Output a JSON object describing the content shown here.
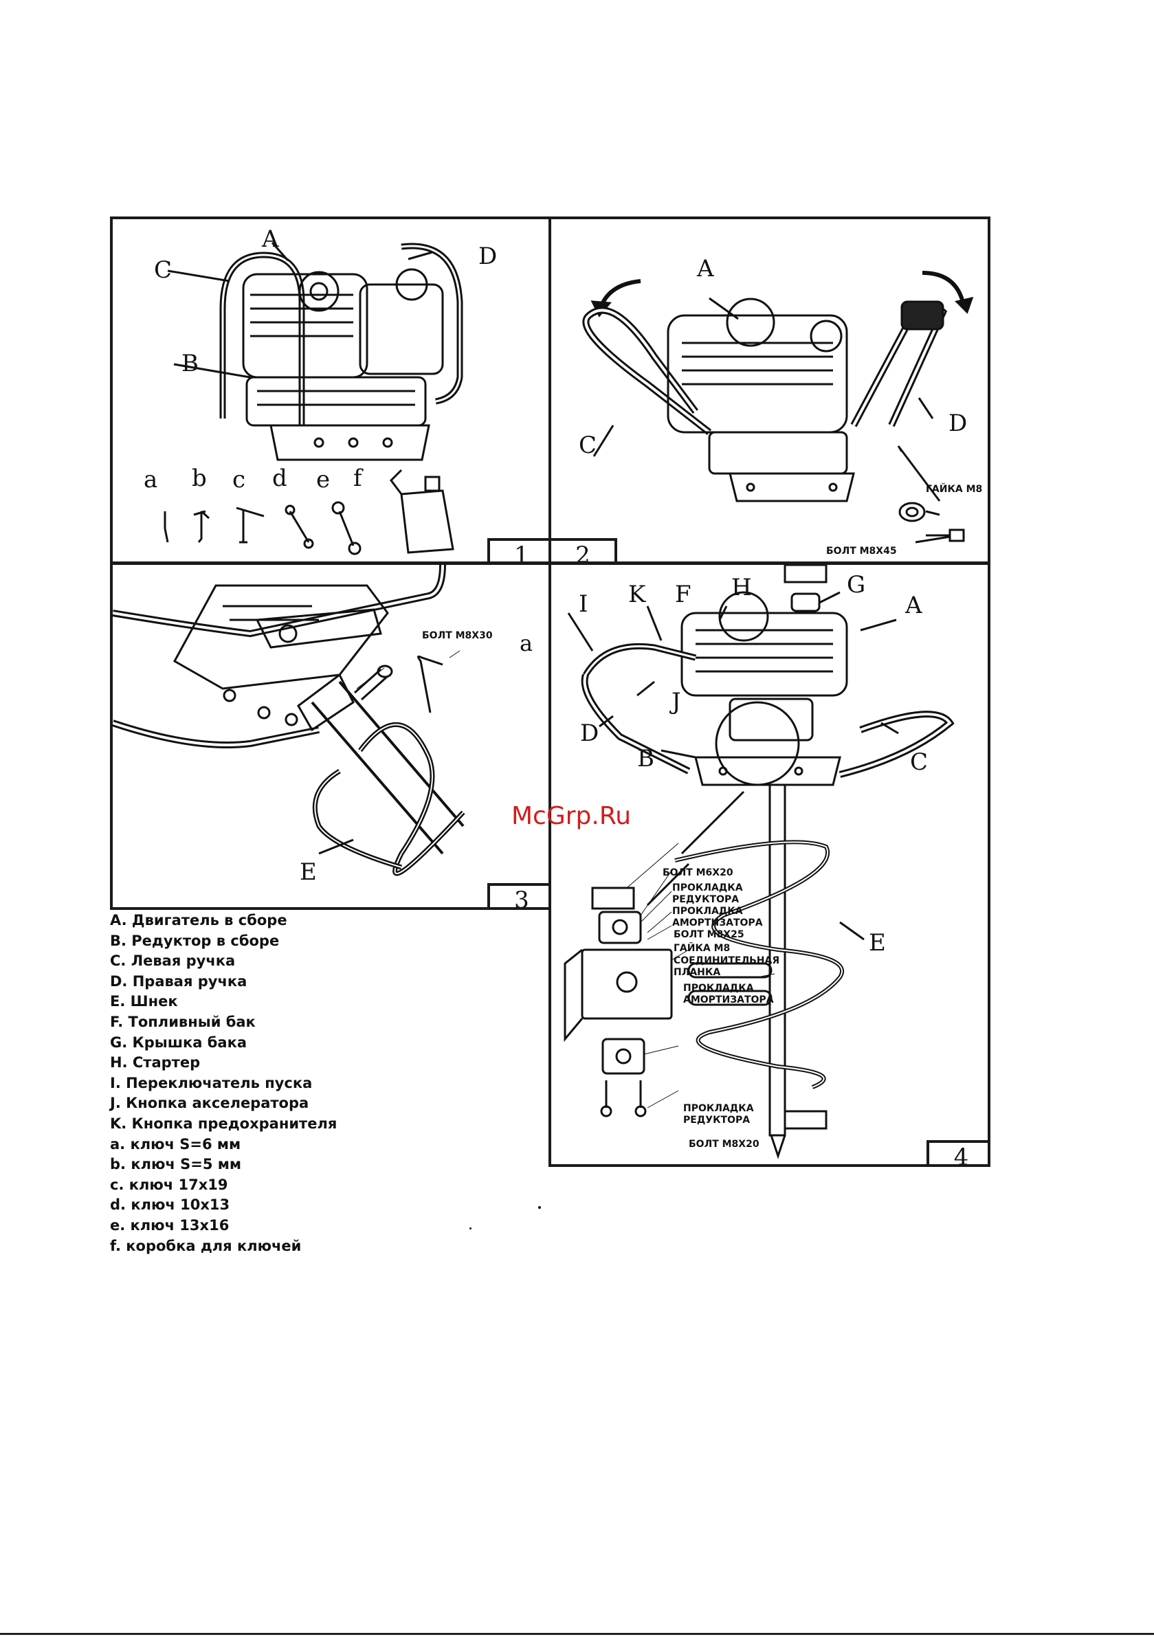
{
  "panels": {
    "p1": {
      "number": "1",
      "labels": {
        "A": "A",
        "B": "B",
        "C": "C",
        "D": "D"
      },
      "tools": {
        "a": "a",
        "b": "b",
        "c": "c",
        "d": "d",
        "e": "e",
        "f": "f"
      }
    },
    "p2": {
      "number": "2",
      "labels": {
        "A": "A",
        "C": "C",
        "D": "D"
      },
      "captions": {
        "nut": "ГАЙКА М8",
        "bolt": "БОЛТ М8Х45"
      }
    },
    "p3": {
      "number": "3",
      "labels": {
        "E": "E",
        "a": "a"
      },
      "captions": {
        "bolt": "БОЛТ М8Х30"
      }
    },
    "p4": {
      "number": "4",
      "labels": {
        "I": "I",
        "K": "K",
        "F": "F",
        "H": "H",
        "G": "G",
        "A": "A",
        "J": "J",
        "D": "D",
        "B": "B",
        "C": "C",
        "E": "E"
      },
      "captions": {
        "bolt_m6": "БОЛТ М6Х20",
        "gasket_reducer_top": "ПРОКЛАДКА РЕДУКТОРА",
        "gasket_damper_top": "ПРОКЛАДКА АМОРТИЗАТОРА",
        "bolt_m8x25": "БОЛТ М8Х25",
        "nut_m8": "ГАЙКА М8",
        "connecting_plate": "СОЕДИНИТЕЛЬНАЯ ПЛАНКА",
        "gasket_damper": "ПРОКЛАДКА АМОРТИЗАТОРА",
        "gasket_reducer": "ПРОКЛАДКА РЕДУКТОРА",
        "bolt_m8x20": "БОЛТ М8Х20"
      }
    }
  },
  "legend": [
    "A. Двигатель в сборе",
    "B. Редуктор в сборе",
    "C. Левая ручка",
    "D. Правая ручка",
    "E. Шнек",
    "F. Топливный бак",
    "G. Крышка бака",
    "H. Стартер",
    "I. Переключатель пуска",
    "J. Кнопка акселератора",
    "K. Кнопка предохранителя",
    "a. ключ S=6 мм",
    "b. ключ S=5 мм",
    "c. ключ 17х19",
    "d. ключ 10х13",
    "e. ключ 13х16",
    "f. коробка для ключей"
  ],
  "watermark": "McGrp.Ru",
  "colors": {
    "ink": "#111111",
    "watermark": "#d21c1c"
  }
}
